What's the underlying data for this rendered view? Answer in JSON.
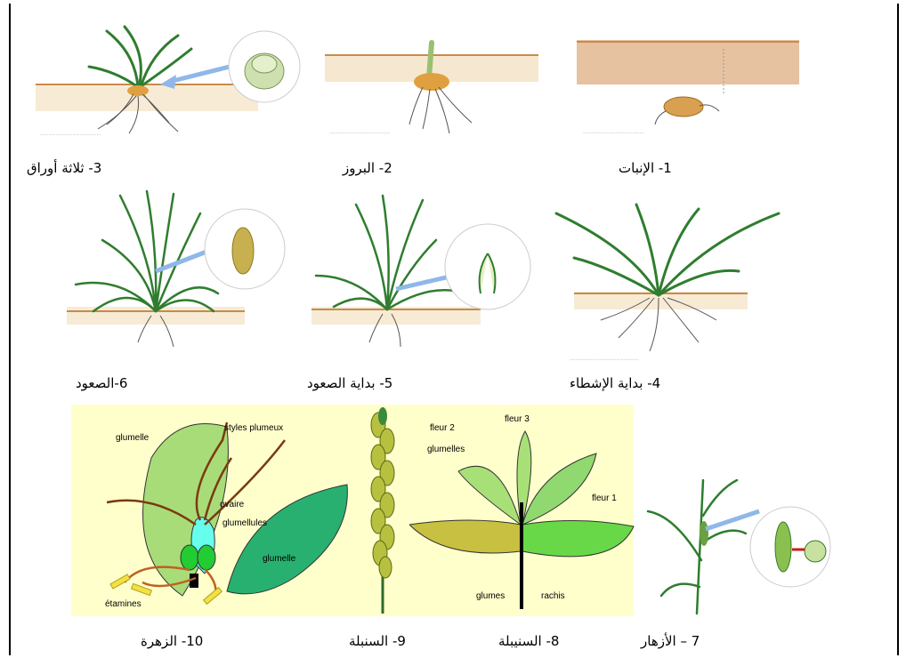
{
  "captions": {
    "c1": "1-   الإنبات",
    "c2": "2- البروز",
    "c3": "3- ثلاثة أوراق",
    "c4": "4- بداية الإشطاء",
    "c5": "5-  بداية الصعود",
    "c6": "6-الصعود",
    "c7": "7 – الأزهار",
    "c8": "8- السنيبلة",
    "c9": "9- السنبلة",
    "c10": "10-  الزهرة"
  },
  "flower_labels": {
    "styles": "styles plumeux",
    "glumelle_top": "glumelle",
    "ovaire": "ovaire",
    "glumellules": "glumellules",
    "glumelle_right": "glumelle",
    "etamines": "étamines"
  },
  "spikelet_labels": {
    "fleur1": "fleur 1",
    "fleur2": "fleur 2",
    "fleur3": "fleur 3",
    "glumelles": "glumelles",
    "glumes": "glumes",
    "rachis": "rachis"
  },
  "colors": {
    "soil": "#e8c9a0",
    "soil_line": "#c98a4a",
    "leaf": "#3c8a3c",
    "arrow": "#8fb8e8",
    "yellow_bg": "#ffffcc"
  }
}
